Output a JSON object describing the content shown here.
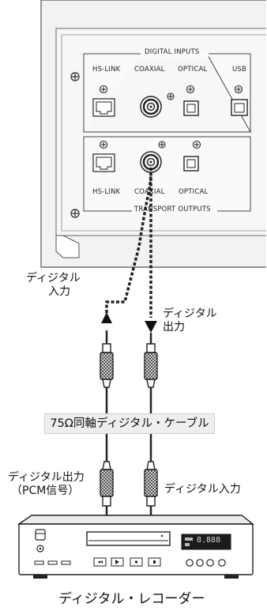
{
  "panel": {
    "digital_inputs_title": "DIGITAL INPUTS",
    "transport_outputs_title": "TRANSPORT OUTPUTS",
    "inputs": [
      "HS-LINK",
      "COAXIAL",
      "OPTICAL",
      "USB"
    ],
    "outputs": [
      "HS-LINK",
      "COAXIAL",
      "OPTICAL"
    ]
  },
  "labels": {
    "digital_input_upper": [
      "ディジタル",
      "入力"
    ],
    "digital_output_upper": [
      "ディジタル",
      "出力"
    ],
    "cable_title": "75Ω同軸ディジタル・ケーブル",
    "recorder_output": [
      "ディジタル出力",
      "（PCM信号）"
    ],
    "recorder_input": "ディジタル入力",
    "recorder_name": "ディジタル・レコーダー"
  },
  "recorder_display": "8.888"
}
